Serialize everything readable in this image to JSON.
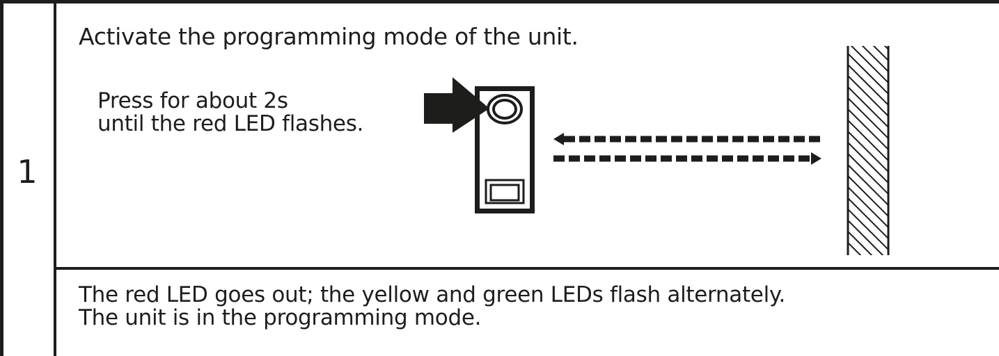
{
  "step": {
    "number": "1",
    "instruction": "Activate the programming mode of the unit.",
    "hint_line1": "Press for about 2s",
    "hint_line2": "until the red LED flashes.",
    "result_line1": "The red LED goes out; the yellow and green LEDs flash alternately.",
    "result_line2": "The unit is in the programming mode."
  },
  "illustration": {
    "icons": [
      "press-arrow-icon",
      "sensor-unit-icon",
      "led-button-icon",
      "sensor-window-icon",
      "emit-arrow-icon",
      "return-arrow-icon",
      "wall-reflector-icon"
    ],
    "color": "#1d1d1b"
  }
}
